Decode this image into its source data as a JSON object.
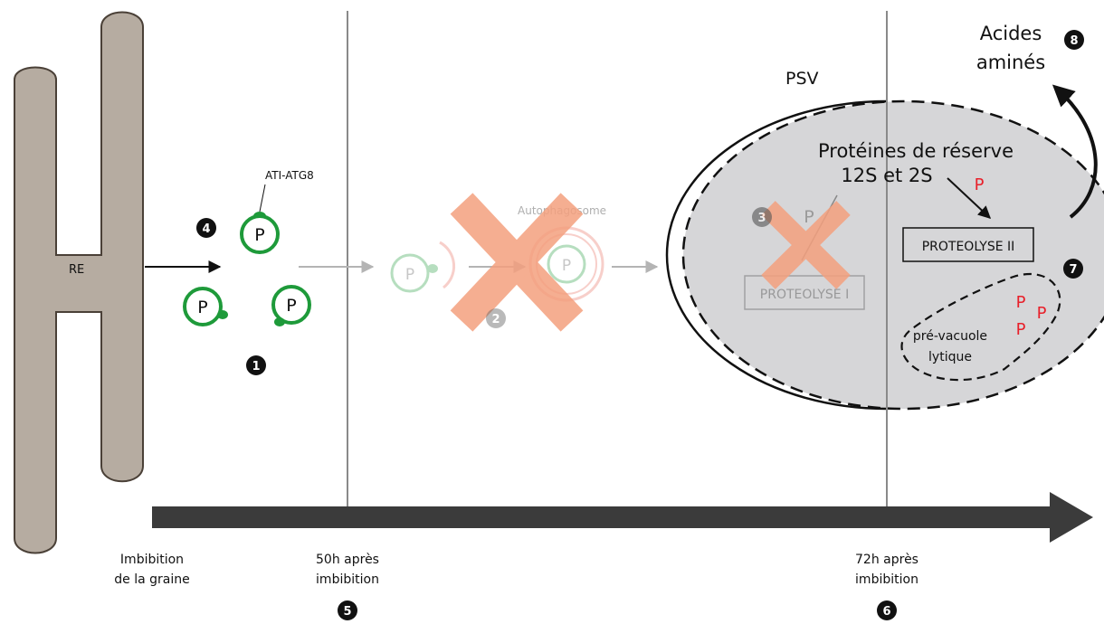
{
  "labels": {
    "re": "RE",
    "ati_atg8": "ATI-ATG8",
    "autophagosome": "Autophagosome",
    "psv": "PSV",
    "storage_proteins_line1": "Protéines de réserve",
    "storage_proteins_line2": "12S et 2S",
    "proteolyse_1": "PROTEOLYSE I",
    "proteolyse_2": "PROTEOLYSE II",
    "prevacuole_line1": "pré-vacuole",
    "prevacuole_line2": "lytique",
    "amino_acids_line1": "Acides",
    "amino_acids_line2": "aminés",
    "protein": "P"
  },
  "timeline": {
    "t0_line1": "Imbibition",
    "t0_line2": "de la graine",
    "t1_line1": "50h après",
    "t1_line2": "imbibition",
    "t2_line1": "72h après",
    "t2_line2": "imbibition"
  },
  "markers": {
    "m1": "1",
    "m2": "2",
    "m3": "3",
    "m4": "4",
    "m5": "5",
    "m6": "6",
    "m7": "7",
    "m8": "8"
  },
  "colors": {
    "er": "#b6aca1",
    "vesicle": "#1e9a3a",
    "cross": "#f4a07e",
    "psv_fill": "#d6d6d8",
    "timeline": "#3b3b3b",
    "red_p": "#e8202a"
  }
}
